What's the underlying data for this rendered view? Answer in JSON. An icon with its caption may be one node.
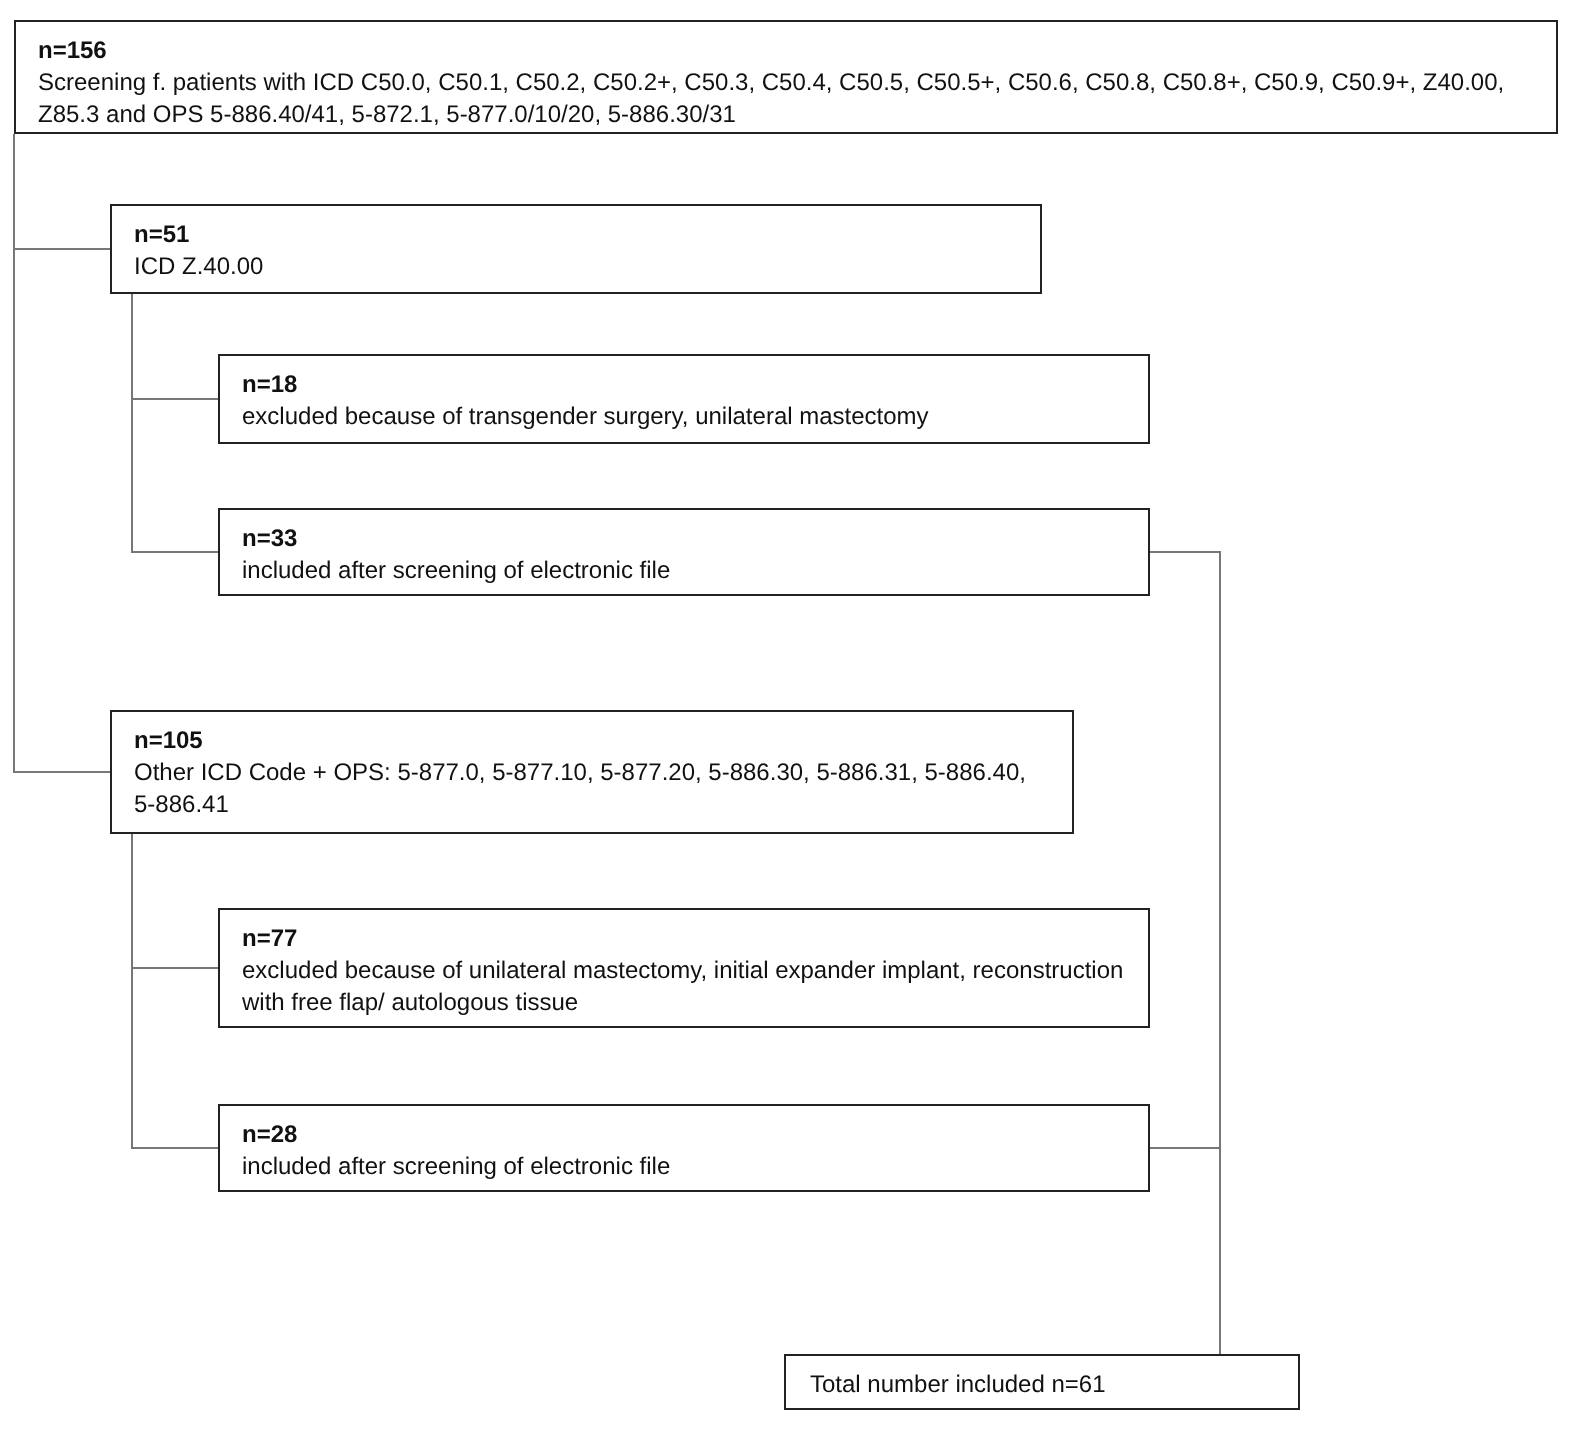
{
  "diagram": {
    "nodes": [
      {
        "text": [
          "n=156",
          "Screening f. patients with ICD C50.0, C50.1, C50.2, C50.2+, C50.3, C50.4, C50.5, C50.5+, C50.6, C50.8, C50.8+, C50.9, C50.9+, Z40.00, Z85.3 and OPS 5-886.40/41, 5-872.1, 5-877.0/10/20, 5-886.30/31"
        ]
      },
      {
        "text": [
          "n=51",
          "ICD Z.40.00"
        ]
      },
      {
        "text": [
          "n=18",
          "excluded because of transgender surgery, unilateral mastectomy"
        ]
      },
      {
        "text": [
          "n=33",
          "included after screening of electronic file"
        ]
      },
      {
        "text": [
          "n=105",
          "Other ICD Code + OPS: 5-877.0, 5-877.10, 5-877.20, 5-886.30, 5-886.31, 5-886.40, 5-886.41"
        ]
      },
      {
        "text": [
          "n=77",
          "excluded because of unilateral mastectomy, initial expander implant, reconstruction with free flap/ autologous tissue"
        ]
      },
      {
        "text": [
          "n=28",
          "included after screening of electronic file"
        ]
      },
      {
        "text": [
          "Total number included n=61"
        ]
      }
    ],
    "edges": [
      {
        "from": 0,
        "to": 1,
        "arrow": "none"
      },
      {
        "from": 0,
        "to": 4,
        "arrow": "none"
      },
      {
        "from": 1,
        "to": 2,
        "arrow": "none"
      },
      {
        "from": 1,
        "to": 3,
        "arrow": "none"
      },
      {
        "from": 4,
        "to": 5,
        "arrow": "none"
      },
      {
        "from": 4,
        "to": 6,
        "arrow": "none"
      },
      {
        "from": 3,
        "to": 7,
        "arrow": "none"
      },
      {
        "from": 6,
        "to": 7,
        "arrow": "none"
      }
    ]
  }
}
